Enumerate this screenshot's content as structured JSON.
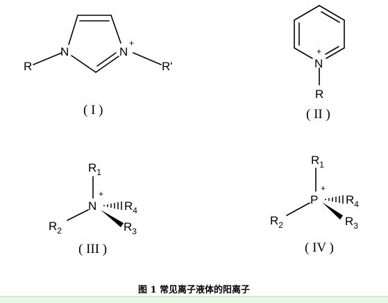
{
  "structures": {
    "s1": {
      "label": "( I )",
      "atoms": {
        "n1": "N",
        "n2": "N",
        "charge": "+",
        "r": "R",
        "r2": "R'"
      }
    },
    "s2": {
      "label": "( II )",
      "atoms": {
        "n": "N",
        "charge": "+",
        "r": "R"
      }
    },
    "s3": {
      "label": "( III )",
      "atoms": {
        "center": "N",
        "charge": "+",
        "r1": "R",
        "r1_sub": "1",
        "r2": "R",
        "r2_sub": "2",
        "r3": "R",
        "r3_sub": "3",
        "r4": "R",
        "r4_sub": "4"
      }
    },
    "s4": {
      "label": "( IV )",
      "atoms": {
        "center": "P",
        "charge": "+",
        "r1": "R",
        "r1_sub": "1",
        "r2": "R",
        "r2_sub": "2",
        "r3": "R",
        "r3_sub": "3",
        "r4": "R",
        "r4_sub": "4"
      }
    }
  },
  "caption": "图 1  常见离子液体的阳离子",
  "colors": {
    "ink": "#000000",
    "bottom_bar": "#eaf6e8"
  }
}
